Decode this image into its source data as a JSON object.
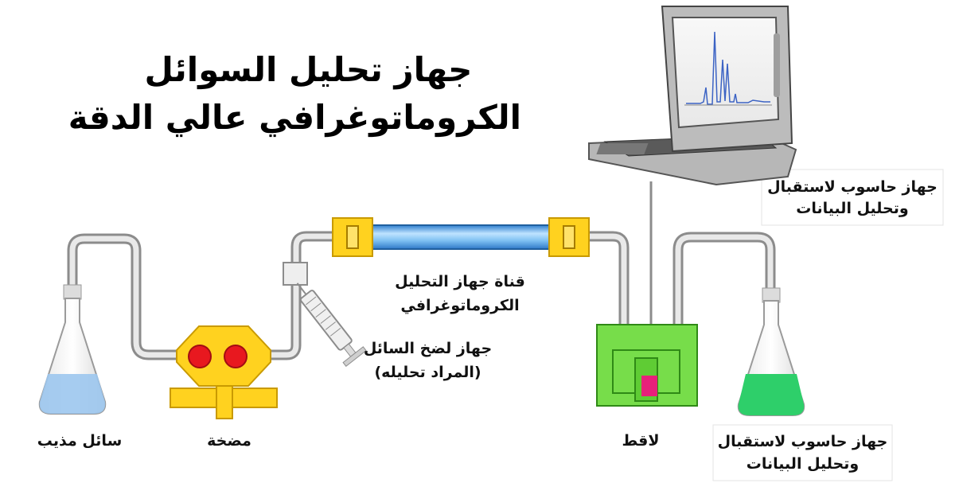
{
  "title": {
    "line1": "جهاز تحليل السوائل",
    "line2": "الكروماتوغرافي عالي الدقة"
  },
  "labels": {
    "computer_top": [
      "جهاز حاسوب لاستقبال",
      "وتحليل البيانات"
    ],
    "column": [
      "قناة جهاز التحليل",
      "الكروماتوغرافي"
    ],
    "injector": [
      "جهاز لضخ السائل",
      "(المراد تحليله)"
    ],
    "solvent": "سائل مذيب",
    "pump": "مضخة",
    "detector": "لاقط",
    "collector": [
      "جهاز حاسوب لاستقبال",
      "وتحليل البيانات"
    ]
  },
  "colors": {
    "tube": "#c8c8c8",
    "pump": "#ffd21f",
    "pump_valve": "#e8181f",
    "column": "#4aa3e6",
    "column_cap": "#ffd21f",
    "detector": "#77dd4a",
    "detector_cell": "#e8207a",
    "solvent_liquid": "#9cc6ee",
    "waste_liquid": "#2ecf6a",
    "laptop_body": "#b7b7b7"
  }
}
